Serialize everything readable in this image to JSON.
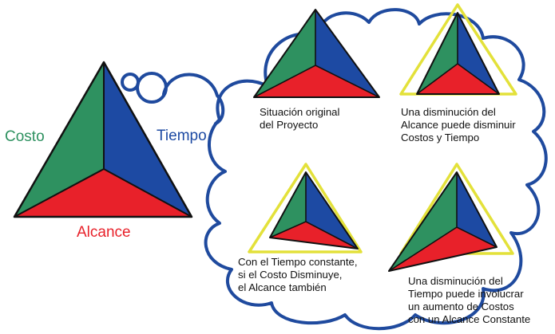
{
  "colors": {
    "costo": "#2e9160",
    "tiempo": "#1d4aa3",
    "alcance": "#e8212a",
    "outline": "#111111",
    "cloud": "#1f4a9e",
    "highlight": "#e3e13a"
  },
  "labels": {
    "costo": "Costo",
    "tiempo": "Tiempo",
    "alcance": "Alcance"
  },
  "captions": {
    "original": [
      "Situación original",
      "del Proyecto"
    ],
    "alcance_reduce": [
      "Una disminución del",
      "Alcance puede disminuir",
      "Costos y Tiempo"
    ],
    "tiempo_constante": [
      "Con el Tiempo constante,",
      "si el Costo Disminuye,",
      "el Alcance también"
    ],
    "tiempo_reduce": [
      "Una disminución del",
      "Tiempo puede involucrar",
      "un aumento de Costos",
      "con un Alcance Constante"
    ]
  }
}
